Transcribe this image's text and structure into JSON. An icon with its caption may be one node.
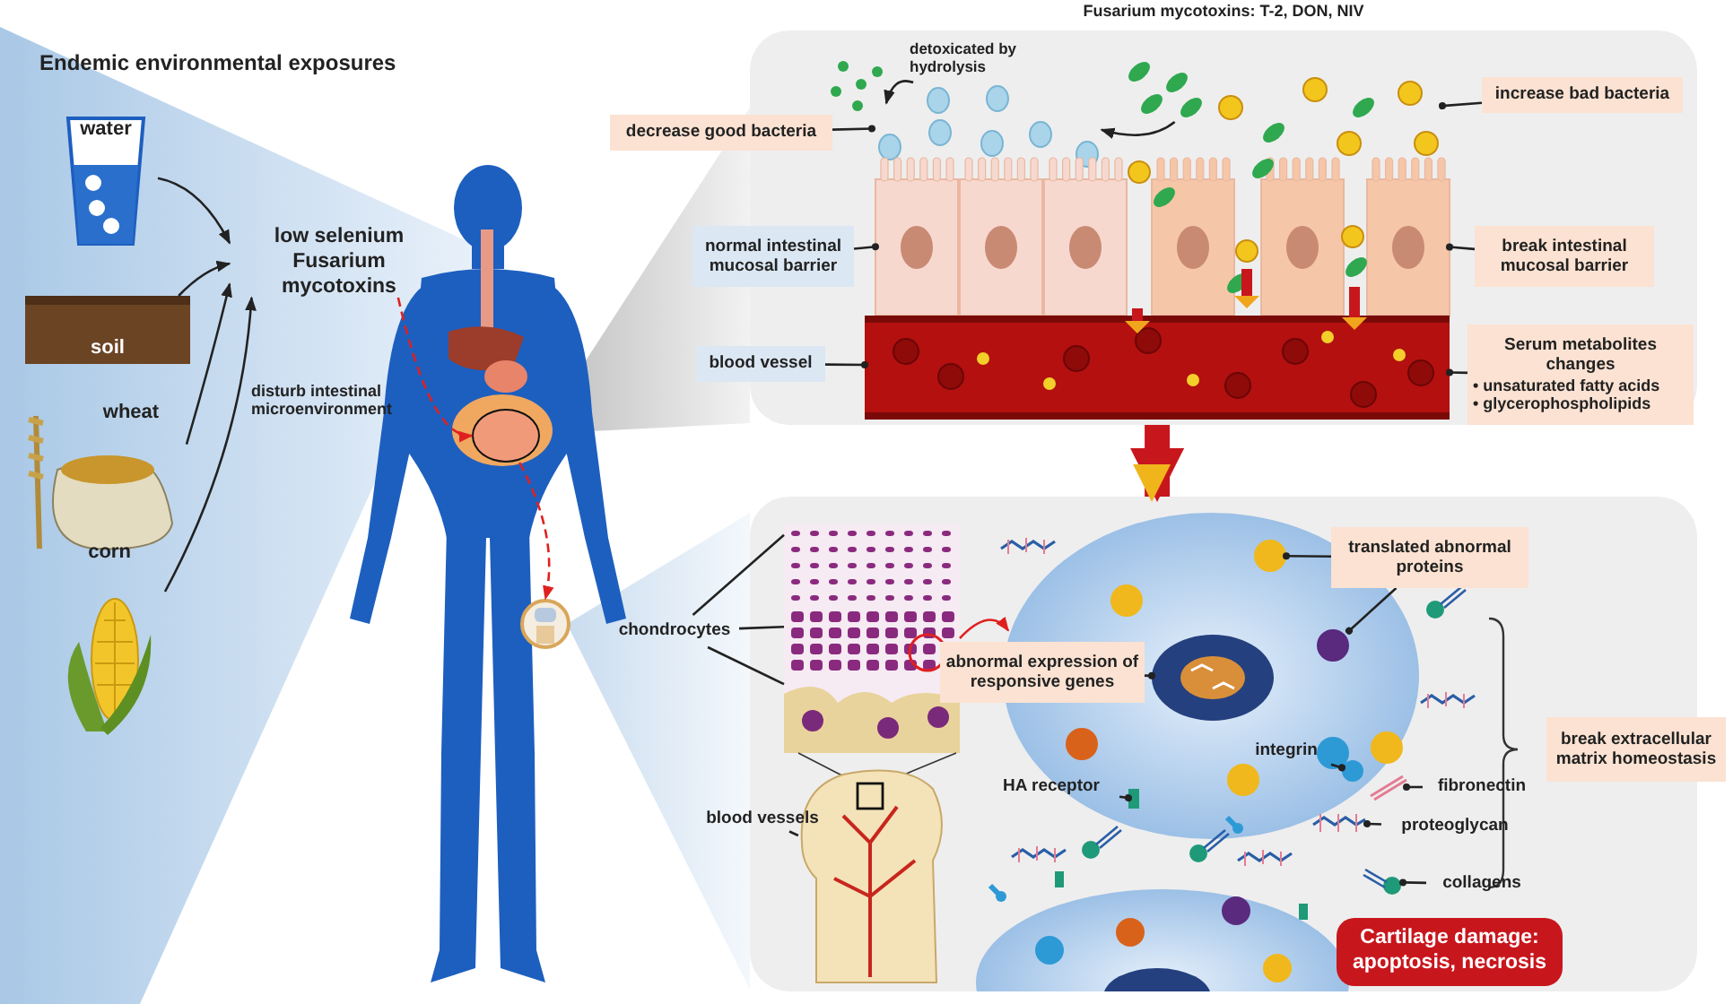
{
  "diagram": {
    "nodes": [
      {
        "text": [
          "water"
        ]
      },
      {
        "text": [
          "soil"
        ]
      },
      {
        "text": [
          "wheat"
        ]
      },
      {
        "text": [
          "corn"
        ]
      },
      {
        "text": [
          "low selenium",
          "Fusarium mycotoxins"
        ]
      },
      {
        "text": [],
        "shape": "circle"
      },
      {
        "text": [],
        "shape": "picture"
      },
      {
        "text": [
          "Fusarium mycotoxins: T-2, DON, NIV"
        ]
      },
      {
        "text": [],
        "shape": "box"
      },
      {
        "text": [
          "decrease good bacteria"
        ]
      },
      {
        "text": [
          "increase bad bacteria"
        ],
        "in": 7
      },
      {
        "text": [
          "normal intestinal mucosal barrier"
        ]
      },
      {
        "text": [
          "break intestinal mucosal barrier"
        ],
        "in": 7
      },
      {
        "text": [
          "blood vessel"
        ]
      },
      {
        "text": [
          "Serum metabolites changes",
          "• unsaturated fatty acids",
          "• glycerophospholipids"
        ],
        "in": 7
      },
      {
        "text": [
          "chondrocytes"
        ]
      },
      {
        "text": [
          "blood vessels"
        ]
      },
      {
        "text": [],
        "shape": "picture",
        "in": 8
      },
      {
        "text": [],
        "shape": "picture",
        "in": 8
      },
      {
        "text": [
          "abnormal expression of responsive genes"
        ],
        "in": 8
      },
      {
        "text": [
          "translated abnormal proteins"
        ],
        "in": 8
      },
      {
        "text": [
          "integrin"
        ],
        "in": 18
      },
      {
        "text": [
          "HA receptor"
        ],
        "in": 8
      },
      {
        "text": [
          "fibronectin"
        ],
        "in": 8
      },
      {
        "text": [
          "proteoglycan"
        ],
        "in": 8
      },
      {
        "text": [
          "collagens"
        ],
        "in": 8
      },
      {
        "text": [
          "break extracellular matrix homeostasis"
        ]
      },
      {
        "text": [
          "Cartilage damage: apoptosis, necrosis"
        ],
        "in": 8
      },
      {
        "text": [],
        "shape": "picture",
        "in": 7
      },
      {
        "text": [],
        "shape": "picture",
        "in": 7
      },
      {
        "text": [],
        "shape": "picture",
        "in": 7
      },
      {
        "text": [],
        "shape": "picture",
        "in": 7
      },
      {
        "text": [],
        "shape": "picture",
        "in": 7
      },
      {
        "text": [],
        "shape": "picture",
        "in": 8
      },
      {
        "text": [],
        "shape": "picture",
        "in": 18
      },
      {
        "text": [],
        "shape": "circle",
        "in": 18
      },
      {
        "text": [],
        "shape": "circle",
        "in": 18
      },
      {
        "text": [],
        "shape": "circle",
        "in": 18
      },
      {
        "text": [],
        "shape": "box",
        "in": 18
      },
      {
        "text": [],
        "shape": "picture",
        "in": 18
      },
      {
        "text": [],
        "shape": "picture",
        "in": 18
      },
      {
        "text": [],
        "shape": "picture",
        "in": 8
      },
      {
        "text": [],
        "shape": "picture",
        "in": 7
      },
      {
        "text": [],
        "shape": "picture",
        "in": 7
      }
    ],
    "edges": [
      {
        "from": 0,
        "to": 4,
        "arrow": "to"
      },
      {
        "from": 1,
        "to": 4,
        "arrow": "to"
      },
      {
        "from": 2,
        "to": 4,
        "arrow": "to"
      },
      {
        "from": 3,
        "to": 4,
        "arrow": "to"
      },
      {
        "from": 4,
        "to": 5,
        "arrow": "to",
        "label": "disturb intestinal microenvironment",
        "style": "dashed",
        "color": "#e02020"
      },
      {
        "from": 5,
        "to": 6,
        "arrow": "to",
        "style": "dashed",
        "color": "#e02020"
      },
      {
        "from": 7,
        "to": 8,
        "arrow": "to",
        "style": "thick",
        "color": "#c8161d"
      },
      {
        "from": 9,
        "to": 28,
        "arrow": "other"
      },
      {
        "from": 10,
        "to": 29,
        "arrow": "other"
      },
      {
        "from": 11,
        "to": 30,
        "arrow": "other"
      },
      {
        "from": 12,
        "to": 31,
        "arrow": "other"
      },
      {
        "from": 13,
        "to": 32,
        "arrow": "other"
      },
      {
        "from": 14,
        "to": 32,
        "arrow": "other"
      },
      {
        "from": 15,
        "to": 17,
        "arrow": "none"
      },
      {
        "from": 15,
        "to": 17,
        "arrow": "none"
      },
      {
        "from": 15,
        "to": 17,
        "arrow": "none"
      },
      {
        "from": 16,
        "to": 33,
        "arrow": "none"
      },
      {
        "from": 19,
        "to": 34,
        "arrow": "other"
      },
      {
        "from": 20,
        "to": 35,
        "arrow": "other"
      },
      {
        "from": 20,
        "to": 36,
        "arrow": "other"
      },
      {
        "from": 21,
        "to": 37,
        "arrow": "other"
      },
      {
        "from": 22,
        "to": 38,
        "arrow": "other"
      },
      {
        "from": 23,
        "to": 39,
        "arrow": "other"
      },
      {
        "from": 24,
        "to": 40,
        "arrow": "other"
      },
      {
        "from": 25,
        "to": 41,
        "arrow": "other"
      },
      {
        "from": 17,
        "to": 18,
        "arrow": "to",
        "color": "#e02020"
      },
      {
        "from": 42,
        "to": 28,
        "arrow": "to"
      },
      {
        "from": 28,
        "to": 43,
        "arrow": "to"
      }
    ],
    "labels": [
      "Endemic environmental exposures",
      "detoxicated by hydrolysis"
    ]
  }
}
